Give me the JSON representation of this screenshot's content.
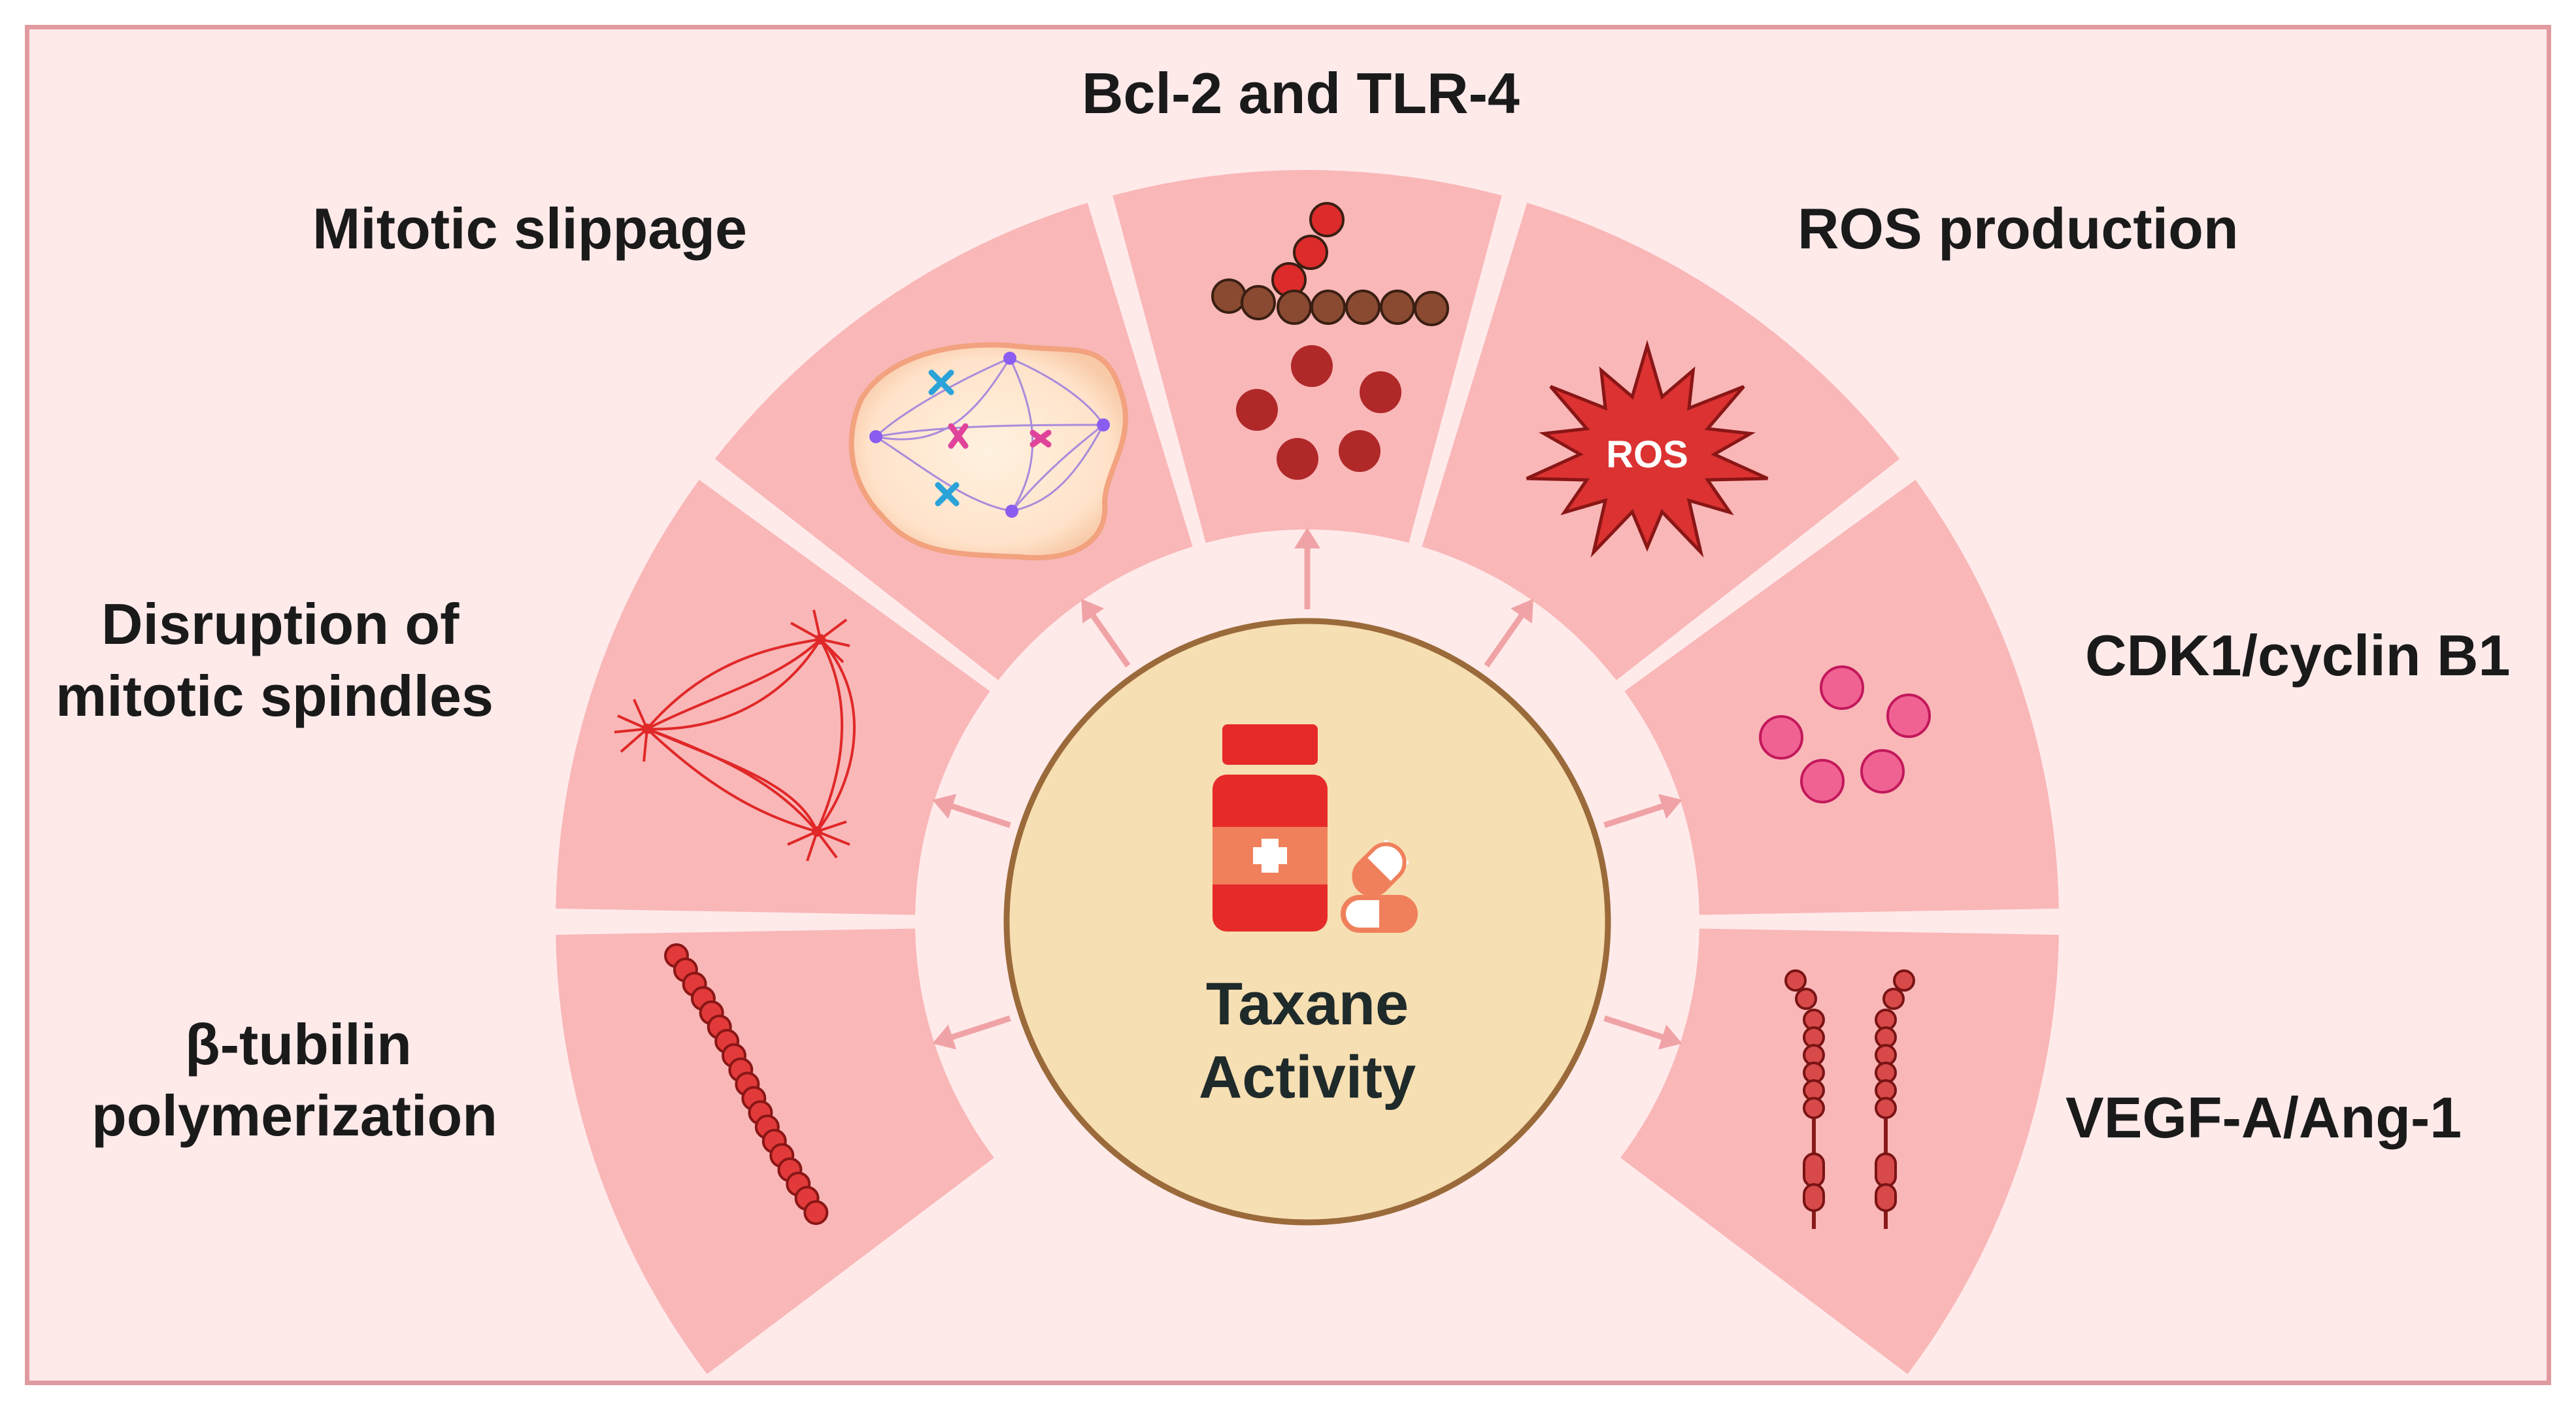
{
  "center": {
    "line1": "Taxane",
    "line2": "Activity",
    "icon": "medicine-bottle-and-pills-icon"
  },
  "labels": {
    "top": "Bcl-2 and TLR-4",
    "mitotic_slippage": "Mitotic slippage",
    "ros_production": "ROS production",
    "spindles_line1": "Disruption of",
    "spindles_line2": "mitotic spindles",
    "cdk1": "CDK1/cyclin B1",
    "tubulin_line1": "β-tubilin",
    "tubulin_line2": "polymerization",
    "vegf": "VEGF-A/Ang-1"
  },
  "ros_badge": "ROS",
  "colors": {
    "background": "#ffeaea",
    "frame_border": "#e09aa0",
    "sector": "#f9b7b8",
    "center_fill": "#f6dfb2",
    "center_border": "#9b6a3a",
    "drug_red": "#e62a2a",
    "arrow": "#f0a3a6"
  }
}
